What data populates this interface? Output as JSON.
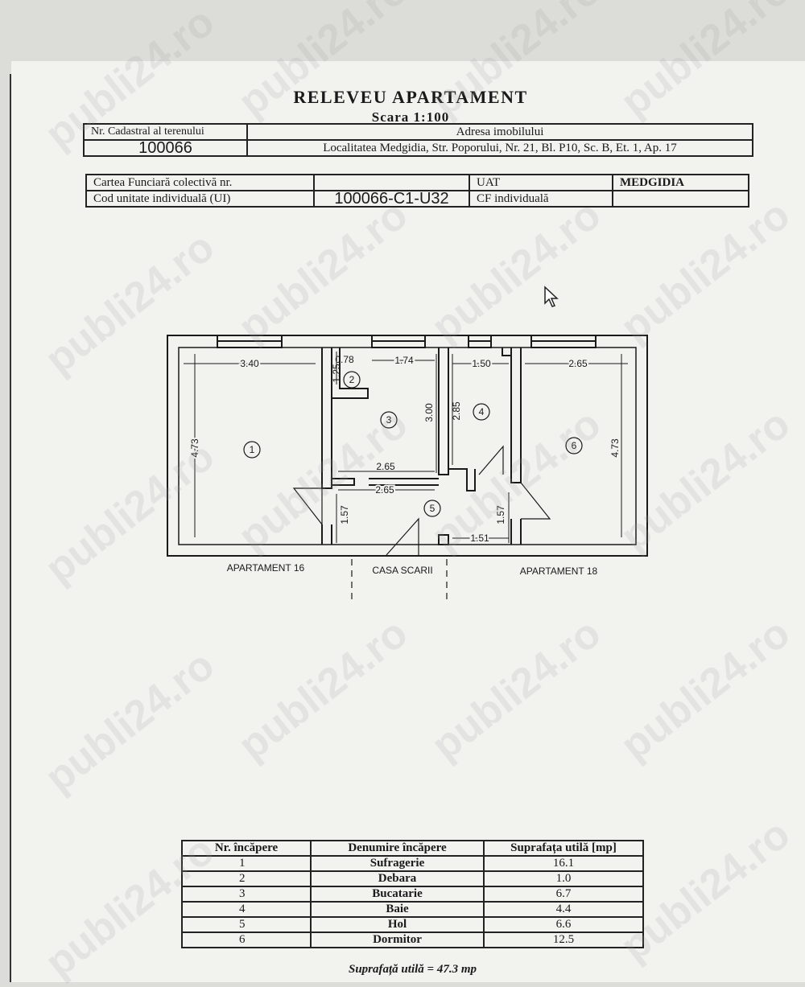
{
  "document": {
    "title": "RELEVEU APARTAMENT",
    "scale": "Scara 1:100"
  },
  "header_table": {
    "cadastral_label": "Nr. Cadastral al terenului",
    "address_label": "Adresa imobilului",
    "cadastral_value": "100066",
    "address_value": "Localitatea Medgidia, Str. Poporului, Nr. 21, Bl. P10, Sc. B, Et. 1, Ap. 17"
  },
  "cf_table": {
    "cf_collective_label": "Cartea Funciară colectivă nr.",
    "uat_label": "UAT",
    "uat_value": "MEDGIDIA",
    "ui_label": "Cod unitate individuală (UI)",
    "ui_value": "100066-C1-U32",
    "cf_individual_label": "CF individuală"
  },
  "floor_plan": {
    "dimensions": {
      "room1_width": "3.40",
      "room1_height": "4.73",
      "room2_width": "0.78",
      "room2_height": "1.25",
      "room3_width": "1.74",
      "room3_height": "3.00",
      "room3_bottom": "2.65",
      "hall_width": "2.65",
      "room4_width": "1.50",
      "room4_height": "2.85",
      "room6_width": "2.65",
      "room6_height": "4.73",
      "hall_left_depth": "1.57",
      "hall_right_depth": "1.57",
      "hall_right_width": "1.51"
    },
    "room_numbers": [
      "1",
      "2",
      "3",
      "4",
      "5",
      "6"
    ],
    "labels": {
      "left": "APARTAMENT 16",
      "center": "CASA SCARII",
      "right": "APARTAMENT 18"
    }
  },
  "rooms_table": {
    "headers": [
      "Nr. încăpere",
      "Denumire încăpere",
      "Suprafața utilă [mp]"
    ],
    "rows": [
      {
        "nr": "1",
        "name": "Sufragerie",
        "area": "16.1"
      },
      {
        "nr": "2",
        "name": "Debara",
        "area": "1.0"
      },
      {
        "nr": "3",
        "name": "Bucatarie",
        "area": "6.7"
      },
      {
        "nr": "4",
        "name": "Baie",
        "area": "4.4"
      },
      {
        "nr": "5",
        "name": "Hol",
        "area": "6.6"
      },
      {
        "nr": "6",
        "name": "Dormitor",
        "area": "12.5"
      }
    ],
    "total": "Suprafață utilă = 47.3 mp"
  },
  "watermark": "publi24.ro",
  "icons": {
    "cursor": "mouse-pointer-icon"
  }
}
